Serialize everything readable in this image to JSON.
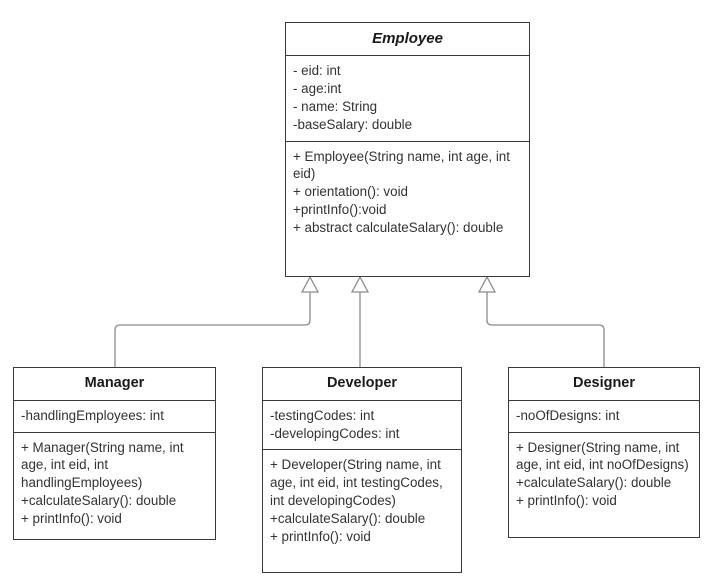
{
  "diagram": {
    "title": "Employee class hierarchy UML diagram",
    "type": "uml-class-diagram",
    "relationship": "generalization",
    "line_color": "#8c8c8c",
    "border_color": "#3a3a3a",
    "text_color": "#333333",
    "background": "#ffffff"
  },
  "classes": {
    "employee": {
      "name": "Employee",
      "is_abstract": true,
      "attributes": [
        "- eid: int",
        "- age:int",
        "- name: String",
        "-baseSalary: double"
      ],
      "methods": [
        "+ Employee(String name, int age, int eid)",
        "+ orientation(): void",
        "+printInfo():void",
        "+ abstract calculateSalary(): double"
      ]
    },
    "manager": {
      "name": "Manager",
      "is_abstract": false,
      "attributes": [
        "-handlingEmployees: int"
      ],
      "methods": [
        "+ Manager(String name, int age, int eid, int handlingEmployees)",
        "+calculateSalary(): double",
        "+ printInfo(): void"
      ]
    },
    "developer": {
      "name": "Developer",
      "is_abstract": false,
      "attributes": [
        "-testingCodes: int",
        "-developingCodes: int"
      ],
      "methods": [
        "+ Developer(String name, int age, int eid, int testingCodes, int developingCodes)",
        "+calculateSalary(): double",
        "+ printInfo(): void"
      ]
    },
    "designer": {
      "name": "Designer",
      "is_abstract": false,
      "attributes": [
        "-noOfDesigns: int"
      ],
      "methods": [
        "+ Designer(String name, int age, int eid, int noOfDesigns)",
        "+calculateSalary(): double",
        "+ printInfo(): void"
      ]
    }
  }
}
